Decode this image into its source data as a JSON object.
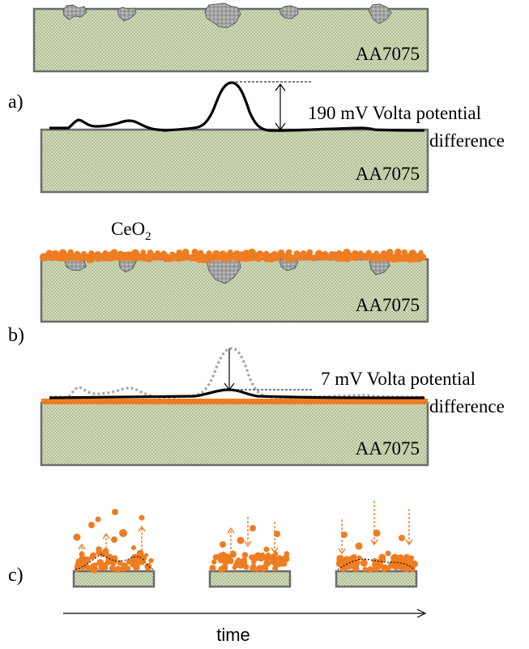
{
  "panels": {
    "a": {
      "label": "a)"
    },
    "b": {
      "label": "b)"
    },
    "c": {
      "label": "c)"
    }
  },
  "substrate": {
    "name": "AA7075"
  },
  "coating": {
    "formula_main": "CeO",
    "formula_sub": "2"
  },
  "annotation_a": {
    "line1": "190 mV Volta potential",
    "line2": "difference"
  },
  "annotation_b": {
    "line1": "7 mV Volta potential",
    "line2": "difference"
  },
  "time_axis": {
    "label": "time"
  },
  "colors": {
    "substrate_fill": "#d2dbb9",
    "substrate_border": "#6b6b6b",
    "ceria": "#ee7d22",
    "intermetallic": "#9a9a9a",
    "profile": "#000000",
    "profile_initial": "#a6a6a6"
  }
}
